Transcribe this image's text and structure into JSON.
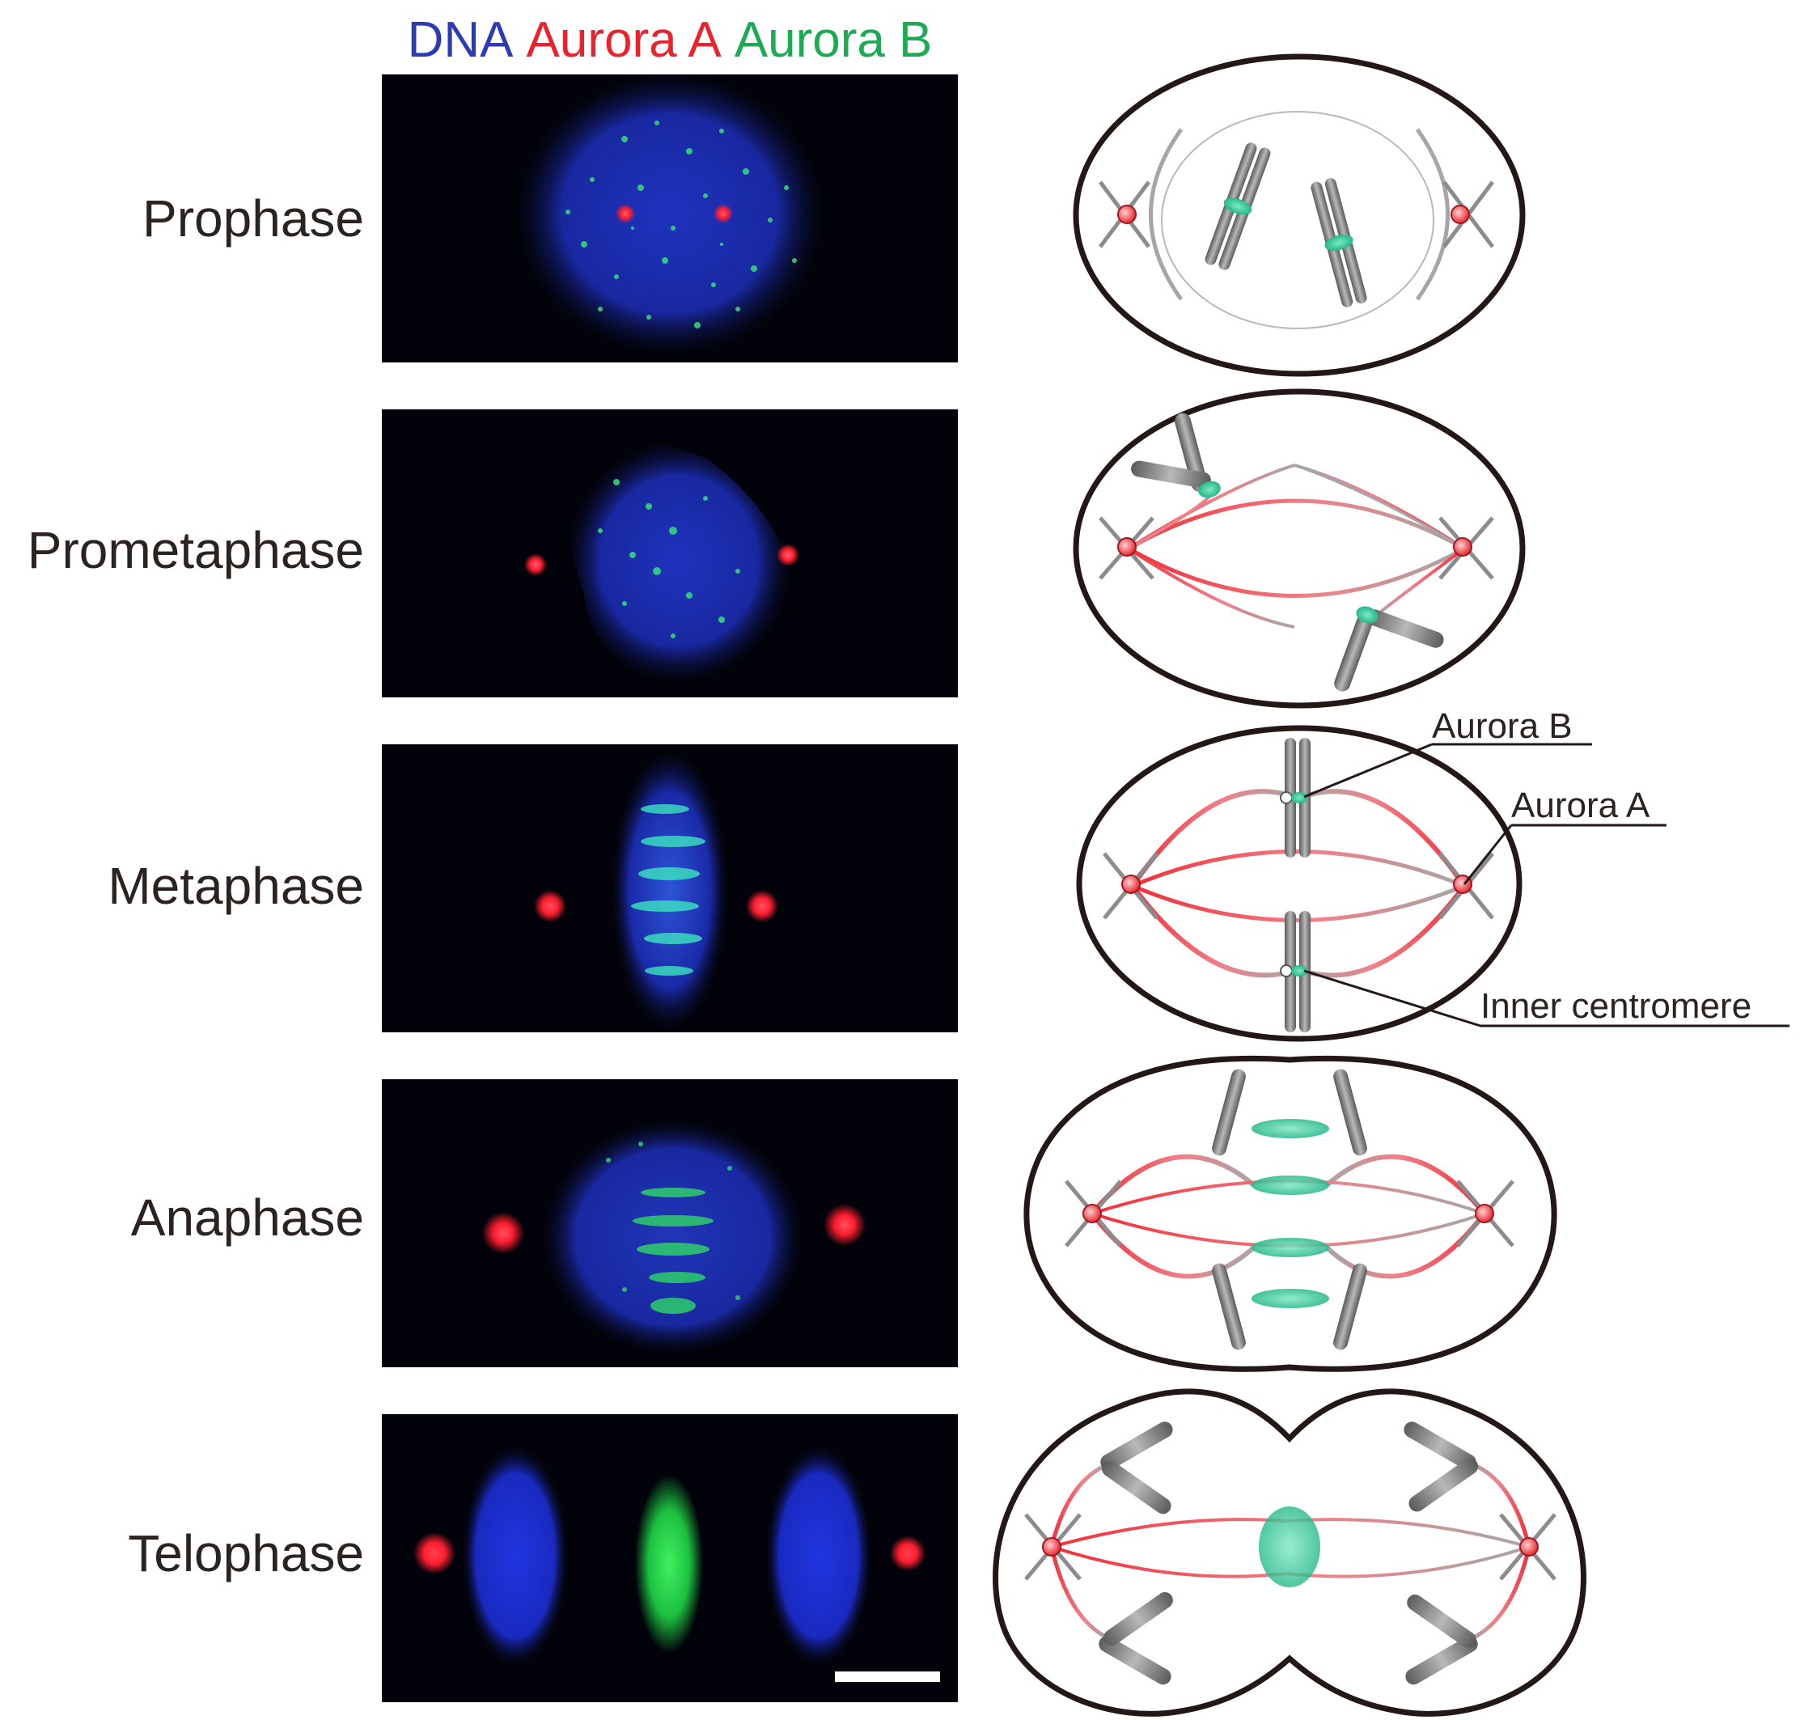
{
  "legend": {
    "items": [
      {
        "text": "DNA",
        "color": "#2b3bb4"
      },
      {
        "text": "Aurora A",
        "color": "#e8232e"
      },
      {
        "text": "Aurora B",
        "color": "#1daa52"
      }
    ]
  },
  "stages": [
    {
      "label": "Prophase"
    },
    {
      "label": "Prometaphase"
    },
    {
      "label": "Metaphase"
    },
    {
      "label": "Anaphase"
    },
    {
      "label": "Telophase"
    }
  ],
  "annotations": {
    "aurora_b": "Aurora B",
    "aurora_a": "Aurora A",
    "inner_centromere": "Inner centromere"
  },
  "colors": {
    "dna": "#2b3bb4",
    "aurora_a": "#e8232e",
    "aurora_b": "#1daa52",
    "microtubule": "#a6a6a6",
    "chromosome": "#7d7d7d",
    "cell_outline": "#231815",
    "background": "#02030a",
    "scale_bar": "#ffffff"
  }
}
